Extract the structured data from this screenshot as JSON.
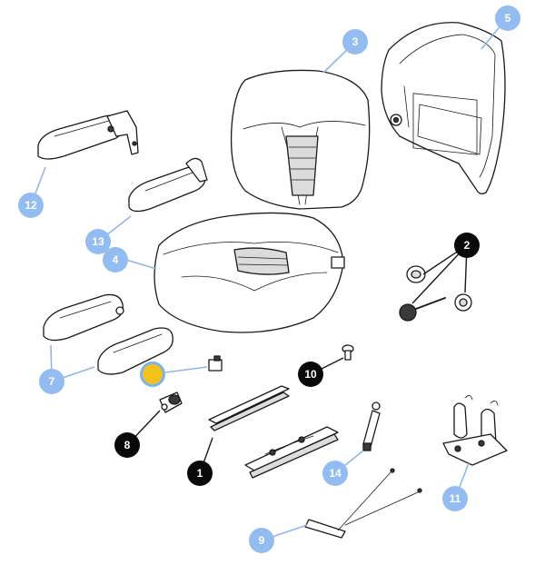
{
  "diagram": {
    "callouts": [
      {
        "id": "c1",
        "label": "1",
        "style": "black"
      },
      {
        "id": "c2",
        "label": "2",
        "style": "black"
      },
      {
        "id": "c3",
        "label": "3",
        "style": "blue"
      },
      {
        "id": "c4",
        "label": "4",
        "style": "blue"
      },
      {
        "id": "c5",
        "label": "5",
        "style": "blue"
      },
      {
        "id": "c7",
        "label": "7",
        "style": "blue"
      },
      {
        "id": "c8",
        "label": "8",
        "style": "black"
      },
      {
        "id": "c9",
        "label": "9",
        "style": "blue"
      },
      {
        "id": "c10",
        "label": "10",
        "style": "black"
      },
      {
        "id": "c11",
        "label": "11",
        "style": "blue"
      },
      {
        "id": "c12",
        "label": "12",
        "style": "blue"
      },
      {
        "id": "c13",
        "label": "13",
        "style": "blue"
      },
      {
        "id": "c14",
        "label": "14",
        "style": "blue"
      },
      {
        "id": "c-selected",
        "label": "",
        "style": "gold"
      }
    ],
    "colors": {
      "blue_badge": "#93bdf0",
      "black_badge": "#0a0a0a",
      "selected_badge": "#f2c21b",
      "line_art": "#1a1a1a"
    }
  }
}
